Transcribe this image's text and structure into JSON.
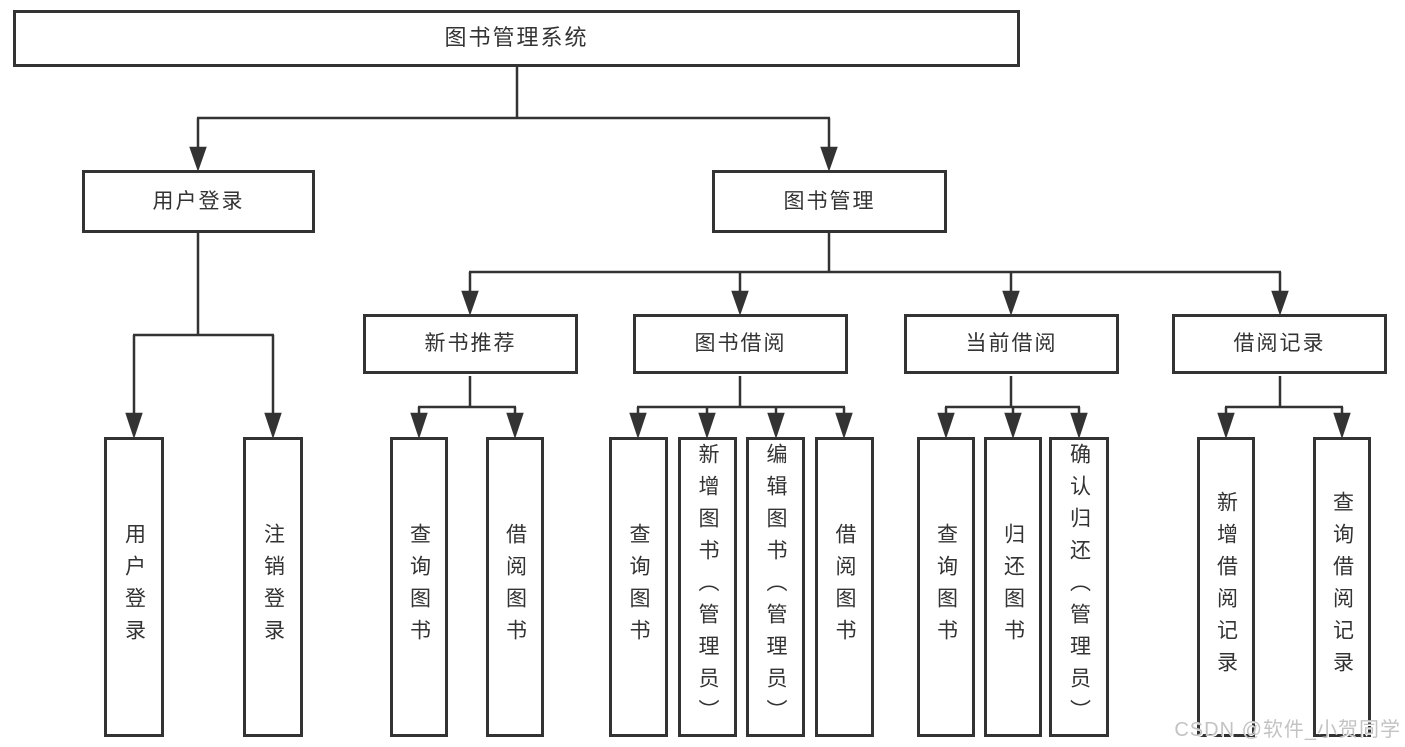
{
  "diagram": {
    "root": {
      "label": "图书管理系统"
    },
    "level2": [
      {
        "label": "用户登录"
      },
      {
        "label": "图书管理"
      }
    ],
    "level3": [
      {
        "label": "新书推荐"
      },
      {
        "label": "图书借阅"
      },
      {
        "label": "当前借阅"
      },
      {
        "label": "借阅记录"
      }
    ],
    "leaves": {
      "user_login": [
        {
          "label": "用户登录"
        },
        {
          "label": "注销登录"
        }
      ],
      "new_books": [
        {
          "label": "查询图书"
        },
        {
          "label": "借阅图书"
        }
      ],
      "book_borrow": [
        {
          "label": "查询图书"
        },
        {
          "label": "新增图书（管理员）"
        },
        {
          "label": "编辑图书（管理员）"
        },
        {
          "label": "借阅图书"
        }
      ],
      "current_borrow": [
        {
          "label": "查询图书"
        },
        {
          "label": "归还图书"
        },
        {
          "label": "确认归还（管理员）"
        }
      ],
      "records": [
        {
          "label": "新增借阅记录"
        },
        {
          "label": "查询借阅记录"
        }
      ]
    }
  },
  "watermark": {
    "text": "CSDN @软件_小贺同学"
  },
  "colors": {
    "line": "#333333",
    "box_border": "#333333",
    "text": "#333333",
    "watermark": "#c3c3c3",
    "background": "#ffffff"
  }
}
